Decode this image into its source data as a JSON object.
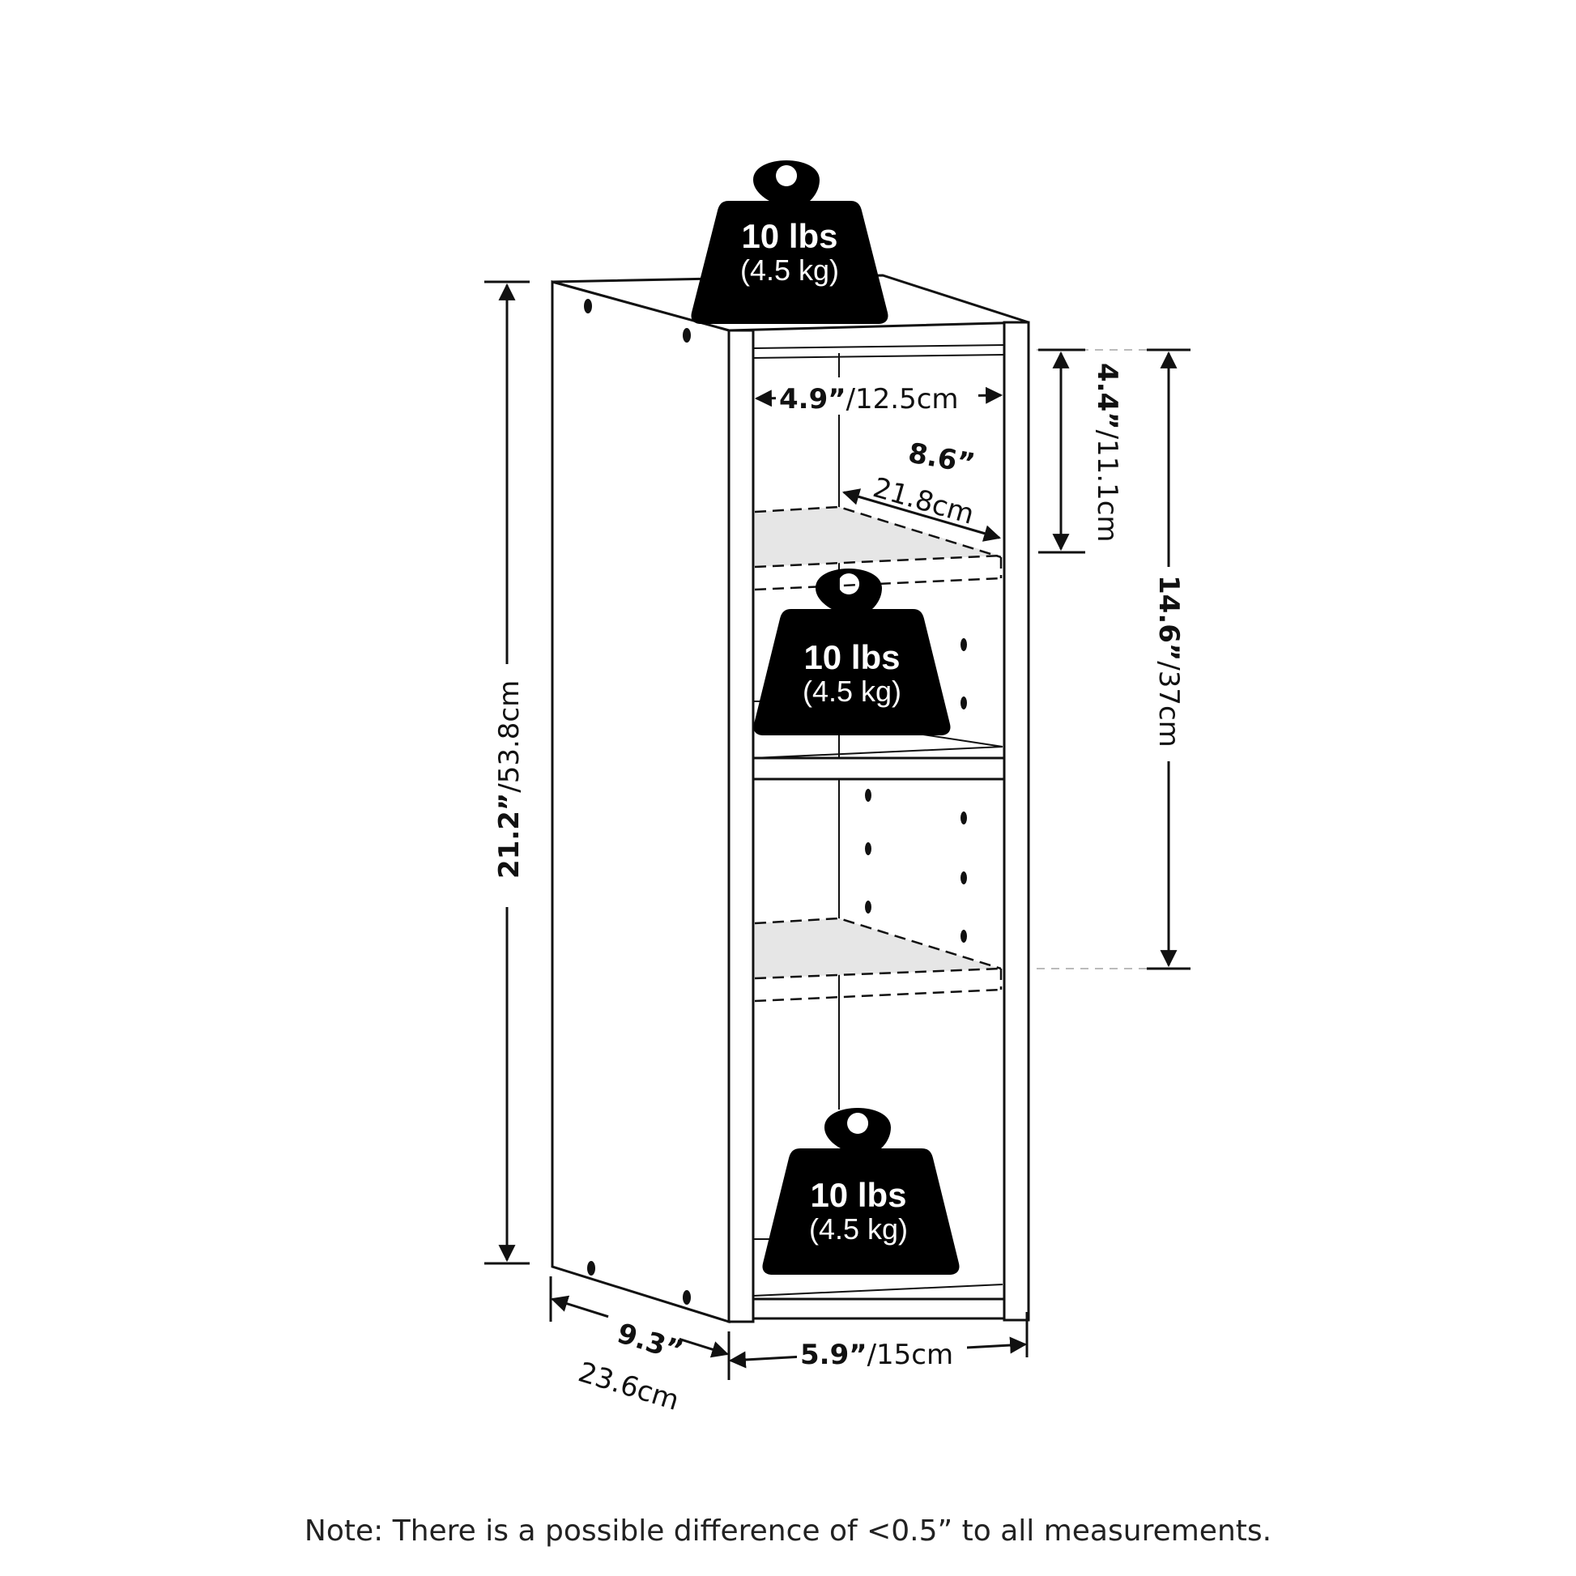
{
  "weights": [
    {
      "main": "10 lbs",
      "sub": "(4.5 kg)"
    },
    {
      "main": "10 lbs",
      "sub": "(4.5 kg)"
    },
    {
      "main": "10 lbs",
      "sub": "(4.5 kg)"
    }
  ],
  "dimensions": {
    "height": {
      "imperial": "21.2”",
      "metric": "/53.8cm"
    },
    "inner_width": {
      "imperial": "4.9”",
      "metric": "/12.5cm"
    },
    "shelf_depth": {
      "imperial": "8.6”",
      "metric": "21.8cm"
    },
    "top_gap": {
      "imperial": "4.4”",
      "metric": "/11.1cm"
    },
    "adjust_range": {
      "imperial": "14.6”",
      "metric": "/37cm"
    },
    "depth": {
      "imperial": "9.3”",
      "metric": "23.6cm"
    },
    "width": {
      "imperial": "5.9”",
      "metric": "/15cm"
    }
  },
  "note": "Note: There is a possible difference of <0.5” to all measurements."
}
